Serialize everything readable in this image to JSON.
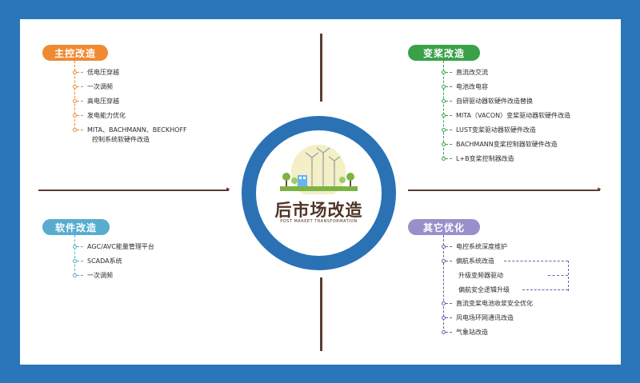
{
  "center": {
    "title": "后市场改造",
    "subtitle": "POST MARKET TRANSFORMATION",
    "illustration": "wind-farm-illustration"
  },
  "sections": {
    "main_control": {
      "title": "主控改造",
      "color": "#ef8a32",
      "items": [
        "低电压穿越",
        "一次调频",
        "高电压穿越",
        "发电能力优化",
        "MITA、BACHMANN、BECKHOFF",
        "控制系统软硬件改造"
      ]
    },
    "pitch": {
      "title": "变桨改造",
      "color": "#3aa14a",
      "items": [
        "直流改交流",
        "电池改电容",
        "自研驱动器软硬件改造替换",
        "MITA（VACON）变桨驱动器软硬件改造",
        "LUST变桨驱动器软硬件改造",
        "BACHMANN变桨控制器软硬件改造",
        "L+B变桨控制器改造"
      ]
    },
    "software": {
      "title": "软件改造",
      "color": "#58acd0",
      "items": [
        "AGC/AVC能量管理平台",
        "SCADA系统",
        "一次调频"
      ]
    },
    "other": {
      "title": "其它优化",
      "color": "#9a8fcb",
      "line_color": "#6d5fa8",
      "items": [
        "电控系统深度维护",
        "偏航系统改造",
        "升级变频器驱动",
        "偏航安全逻辑升级",
        "直流变桨电池收浆安全优化",
        "风电场环网通讯改造",
        "气象站改造"
      ]
    }
  },
  "colors": {
    "background": "#2a76b8",
    "ring": "#2b72b5",
    "divider": "#5a3e31",
    "title": "#4e3426"
  }
}
